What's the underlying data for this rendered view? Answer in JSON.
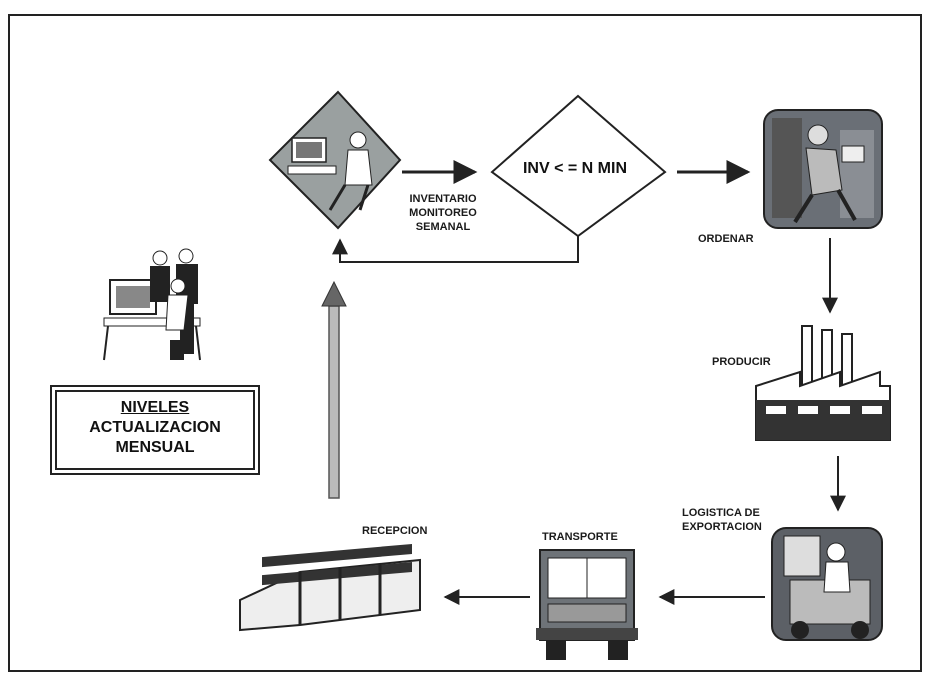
{
  "decision": {
    "label": "INV < = N MIN"
  },
  "labels": {
    "inventario": [
      "INVENTARIO",
      "MONITOREO",
      "SEMANAL"
    ],
    "ordenar": "ORDENAR",
    "producir": "PRODUCIR",
    "logistica": [
      "LOGISTICA DE",
      "EXPORTACION"
    ],
    "transporte": "TRANSPORTE",
    "recepcion": "RECEPCION"
  },
  "levels_box": {
    "line1": "NIVELES",
    "line2": "ACTUALIZACION",
    "line3": "MENSUAL"
  }
}
